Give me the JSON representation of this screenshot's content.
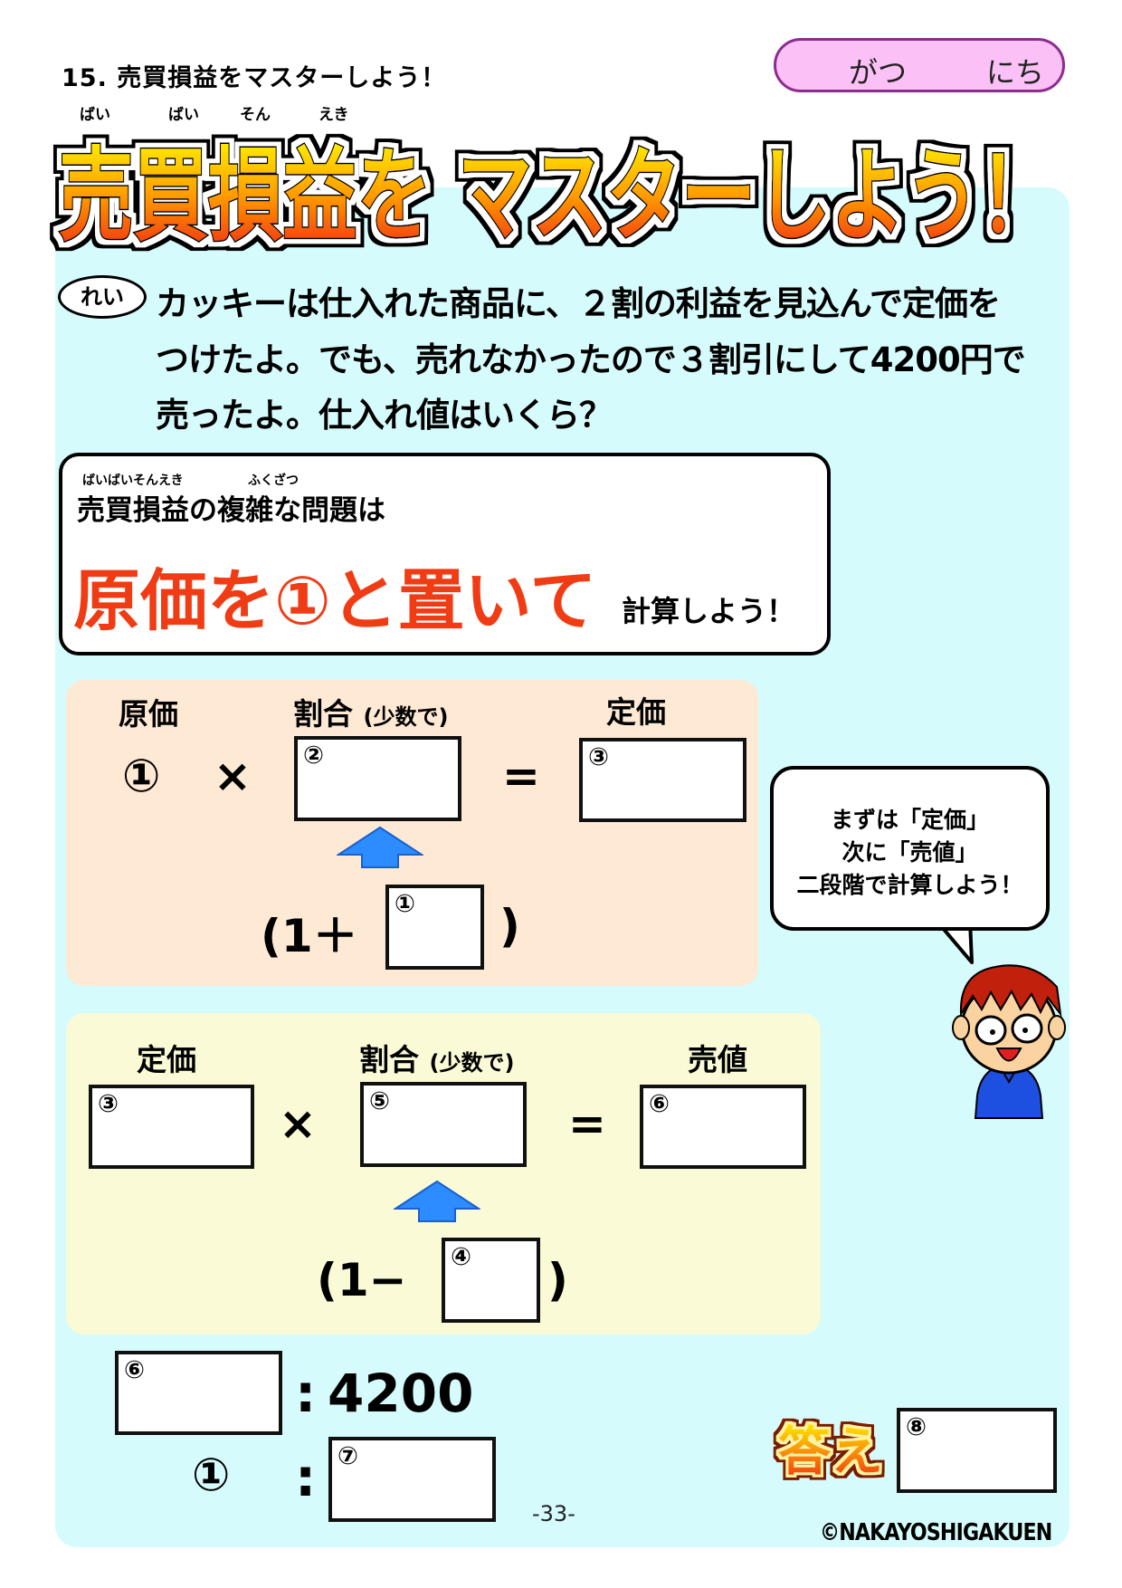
{
  "header": {
    "title": "15. 売買損益をマスターしよう！"
  },
  "date": {
    "month_label": "がつ",
    "day_label": "にち"
  },
  "main_title": {
    "furigana": [
      "ばい",
      "ばい",
      "そん",
      "えき"
    ],
    "text": "売買損益を マスターしよう！"
  },
  "example": {
    "label": "れい",
    "lines": [
      "カッキーは仕入れた商品に、２割の利益を見込んで定価を",
      "つけたよ。でも、売れなかったので３割引にして4200円で",
      "売ったよ。仕入れ値はいくら？"
    ]
  },
  "tip": {
    "furigana1": "ばいばいそんえき",
    "furigana2": "ふくざつ",
    "line1": "売買損益の複雑な問題は",
    "emphasis": "原価を①と置いて",
    "suffix": "計算しよう！"
  },
  "step1": {
    "labels": {
      "cost": "原価",
      "rate": "割合",
      "rate_note": "(少数で)",
      "list_price": "定価"
    },
    "one": "①",
    "times": "×",
    "equals": "=",
    "box2": "②",
    "box3": "③",
    "sub": {
      "open": "(1＋",
      "box": "①",
      "close": ")"
    }
  },
  "step2": {
    "labels": {
      "list_price": "定価",
      "rate": "割合",
      "rate_note": "(少数で)",
      "sale_price": "売値"
    },
    "times": "×",
    "equals": "=",
    "box3": "③",
    "box5": "⑤",
    "box6": "⑥",
    "sub": {
      "open": "(1−",
      "box": "④",
      "close": ")"
    }
  },
  "ratio": {
    "box6": "⑥",
    "colon1": ":",
    "value": "4200",
    "one": "①",
    "colon2": ":",
    "box7": "⑦"
  },
  "bubble": {
    "lines": [
      "まずは「定価」",
      "次に「売値」",
      "二段階で計算しよう！"
    ]
  },
  "answer": {
    "label": "答え",
    "box8": "⑧"
  },
  "footer": {
    "page": "-33-",
    "copyright": "©NAKAYOSHIGAKUEN"
  },
  "colors": {
    "panel": "#d6fbfc",
    "pill": "#fbc0f6",
    "emphasis": "#f03c14",
    "arrow": "#2d8cff",
    "beige": "#fde9d4",
    "yellow": "#fafad6"
  }
}
